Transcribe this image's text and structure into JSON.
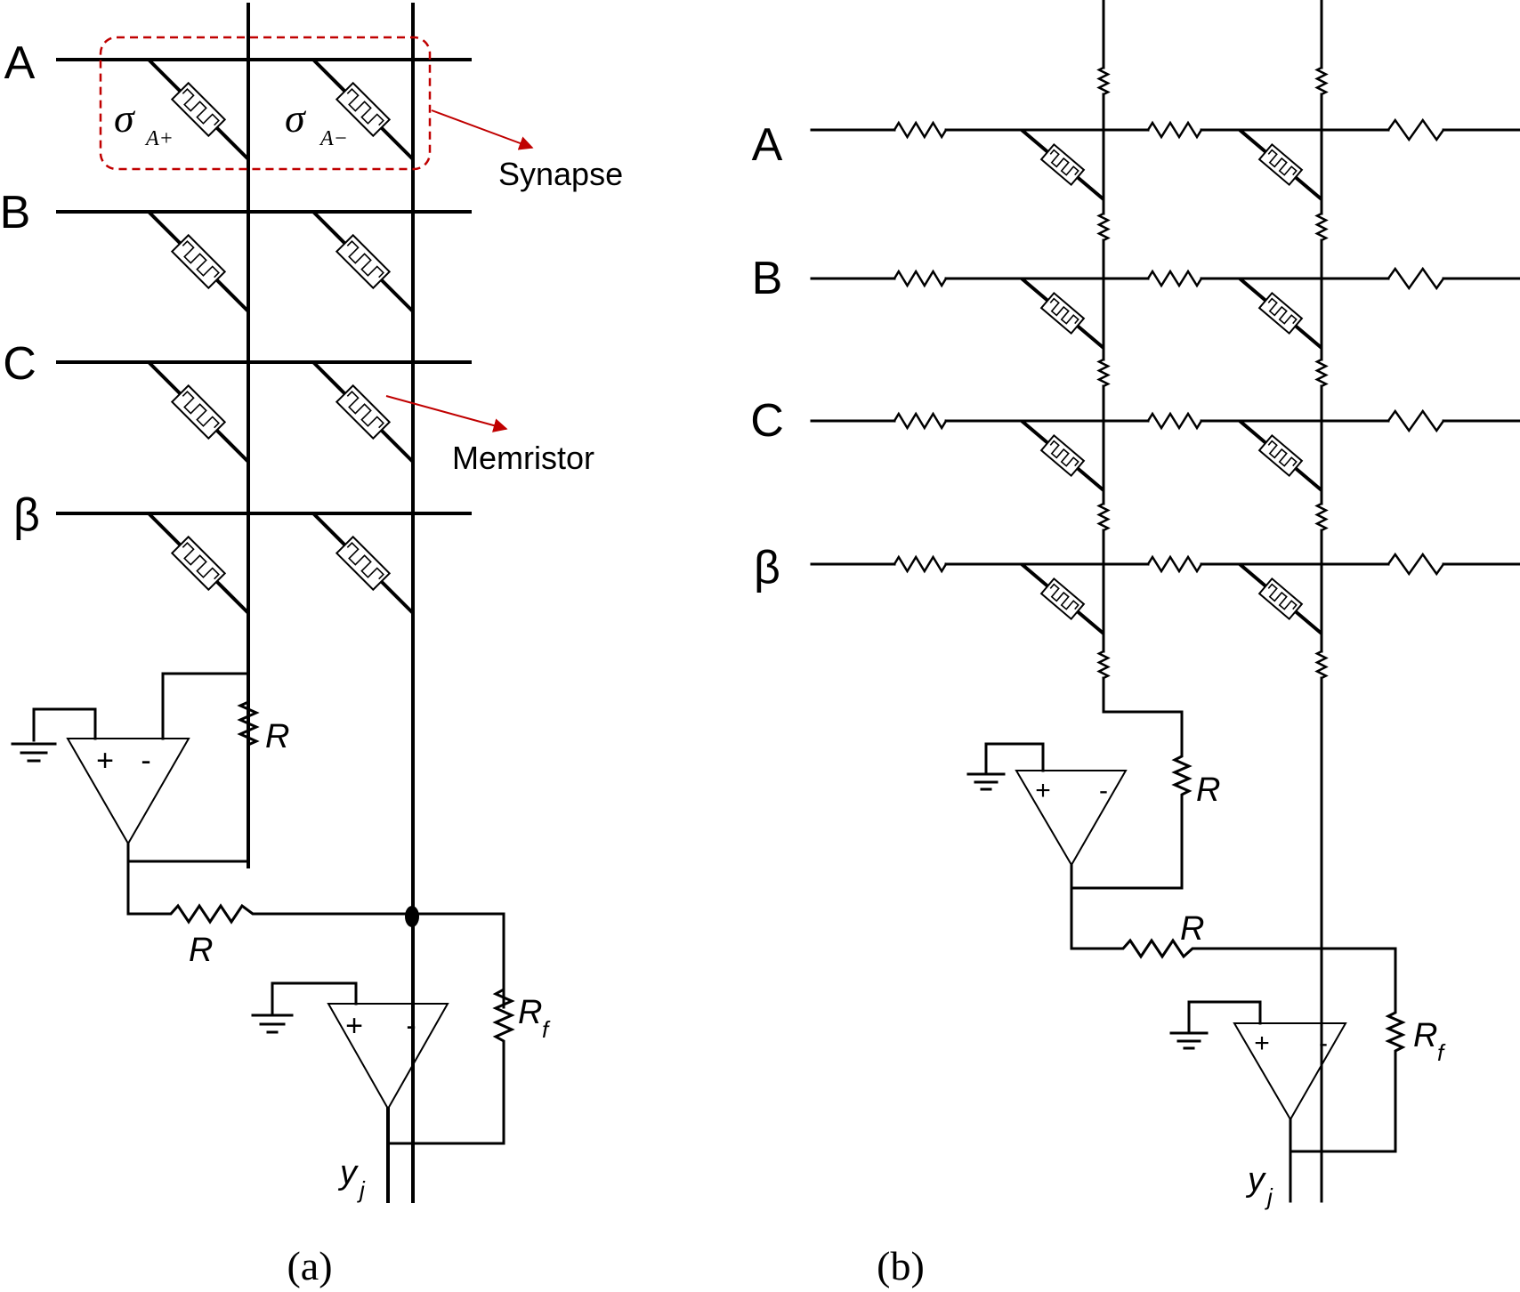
{
  "panel_a": {
    "caption": "(a)",
    "rows": [
      "A",
      "B",
      "C",
      "β"
    ],
    "sigma_plus": {
      "symbol": "σ",
      "sub": "A+"
    },
    "sigma_minus": {
      "symbol": "σ",
      "sub": "A−"
    },
    "callout_synapse": "Synapse",
    "callout_memristor": "Memristor",
    "res_label": "R",
    "res_label_2": "R",
    "rf_symbol": "R",
    "rf_sub": "f",
    "out_symbol": "y",
    "out_sub": "j",
    "plus": "+",
    "minus": "-"
  },
  "panel_b": {
    "caption": "(b)",
    "rows": [
      "A",
      "B",
      "C",
      "β"
    ],
    "res_label": "R",
    "res_label_2": "R",
    "rf_symbol": "R",
    "rf_sub": "f",
    "out_symbol": "y",
    "out_sub": "j",
    "plus": "+",
    "minus": "-"
  },
  "colors": {
    "line": "#000000",
    "callout": "#c00000"
  }
}
